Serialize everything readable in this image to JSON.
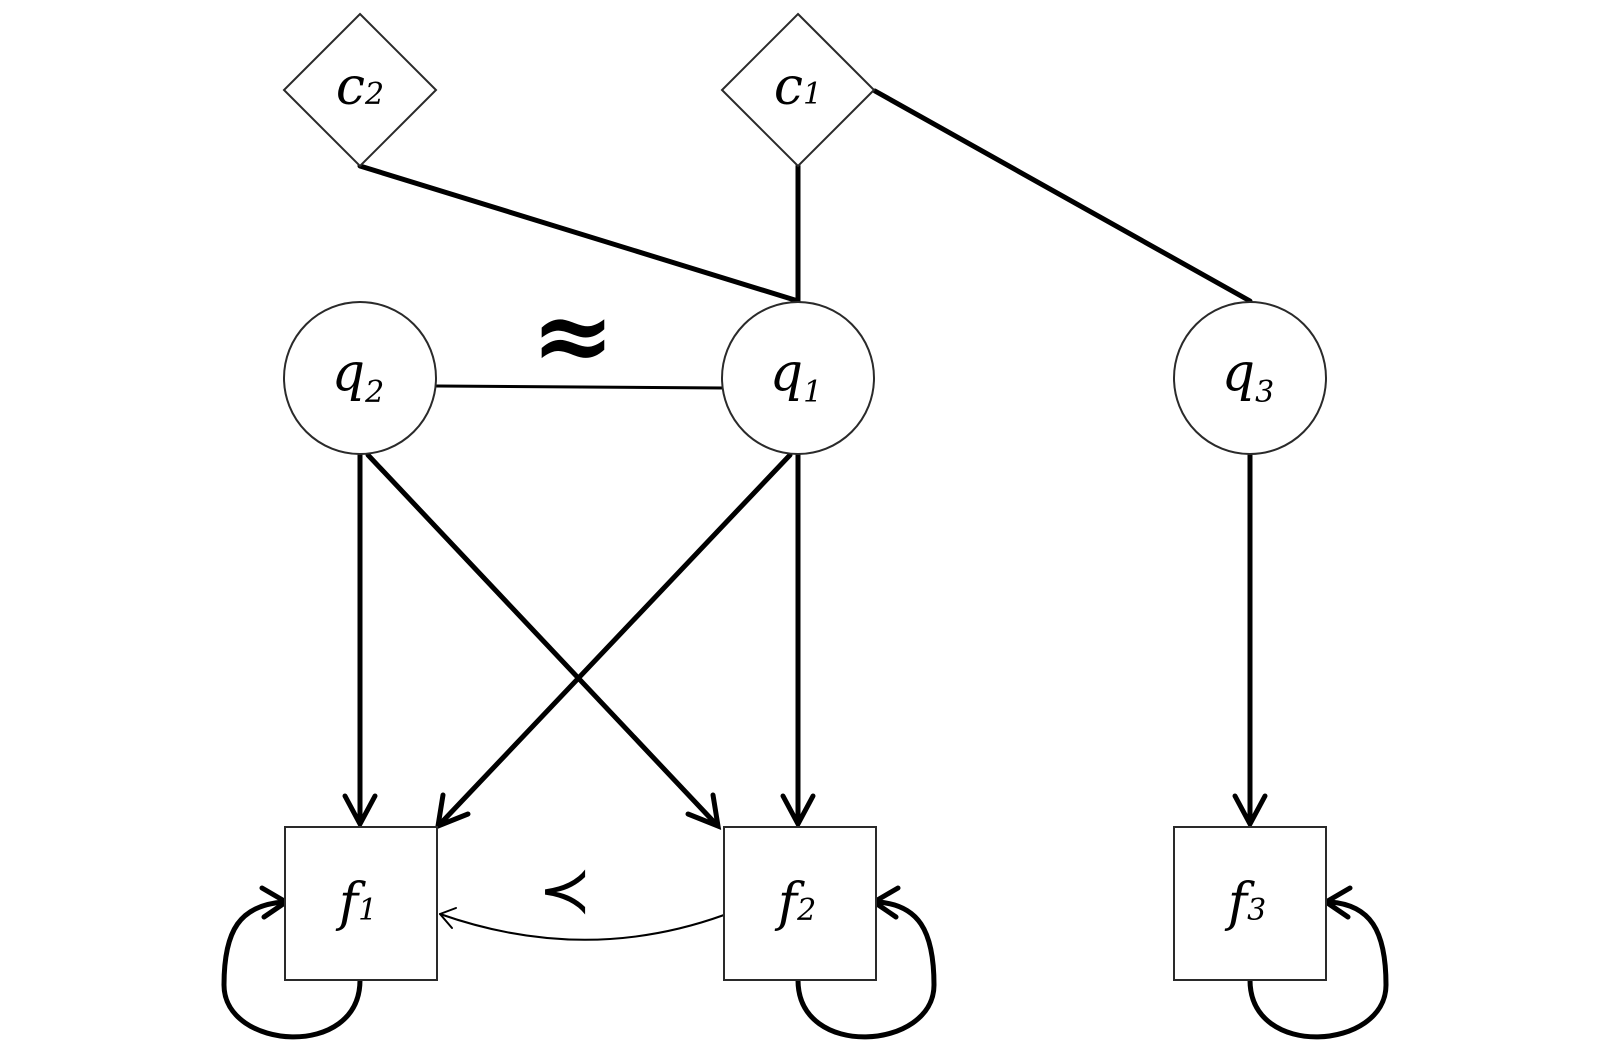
{
  "nodes": {
    "c2": {
      "base": "c",
      "sub": "2"
    },
    "c1": {
      "base": "c",
      "sub": "1"
    },
    "q2": {
      "base": "q",
      "sub": "2"
    },
    "q1": {
      "base": "q",
      "sub": "1"
    },
    "q3": {
      "base": "q",
      "sub": "3"
    },
    "f1": {
      "base": "f",
      "sub": "1"
    },
    "f2": {
      "base": "f",
      "sub": "2"
    },
    "f3": {
      "base": "f",
      "sub": "3"
    }
  },
  "relations": {
    "approx_symbol": "≈",
    "precedes_symbol": "≺"
  }
}
